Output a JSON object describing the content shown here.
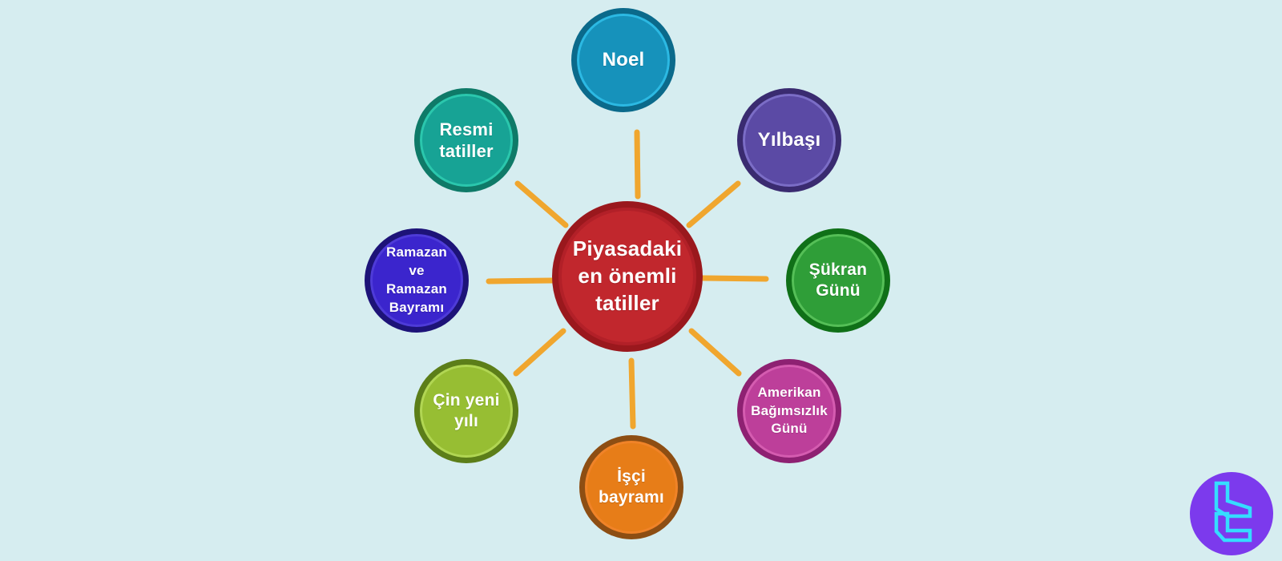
{
  "title": "Piyasadaki en önemli tatiller mind map",
  "background_color": "#d6edf0",
  "connector_color": "#f0a62e",
  "center": {
    "label": "Piyasadaki en önemli tatiller",
    "fill": "#c1272d",
    "ring": "#b22028",
    "border": "#9a181d",
    "text_color": "#ffffff"
  },
  "nodes": [
    {
      "id": "noel",
      "label": "Noel",
      "fill": "#1692bb",
      "ring": "#2cb9e3",
      "border": "#0b6a8b"
    },
    {
      "id": "resmi",
      "label": "Resmi tatiller",
      "fill": "#17a395",
      "ring": "#2bc7ad",
      "border": "#0f7a68"
    },
    {
      "id": "yilbasi",
      "label": "Yılbaşı",
      "fill": "#5b4aa5",
      "ring": "#7b6dc6",
      "border": "#3a2b70"
    },
    {
      "id": "ramazan",
      "label": "Ramazan ve Ramazan Bayramı",
      "fill": "#3b25cd",
      "ring": "#4e3bd8",
      "border": "#1d1378"
    },
    {
      "id": "sukran",
      "label": "Şükran Günü",
      "fill": "#2f9e38",
      "ring": "#55bf57",
      "border": "#107018"
    },
    {
      "id": "cin",
      "label": "Çin yeni yılı",
      "fill": "#97be33",
      "ring": "#b1d653",
      "border": "#5c7e19"
    },
    {
      "id": "amerikan",
      "label": "Amerikan Bağımsızlık Günü",
      "fill": "#bd3f9a",
      "ring": "#d55cb0",
      "border": "#8e2172"
    },
    {
      "id": "isci",
      "label": "İşçi bayramı",
      "fill": "#e77d18",
      "ring": "#f08328",
      "border": "#8d4e13"
    }
  ],
  "logo": {
    "name": "brand-monogram",
    "circle_color": "#7c3aed",
    "glyph_color": "#35dcff"
  }
}
